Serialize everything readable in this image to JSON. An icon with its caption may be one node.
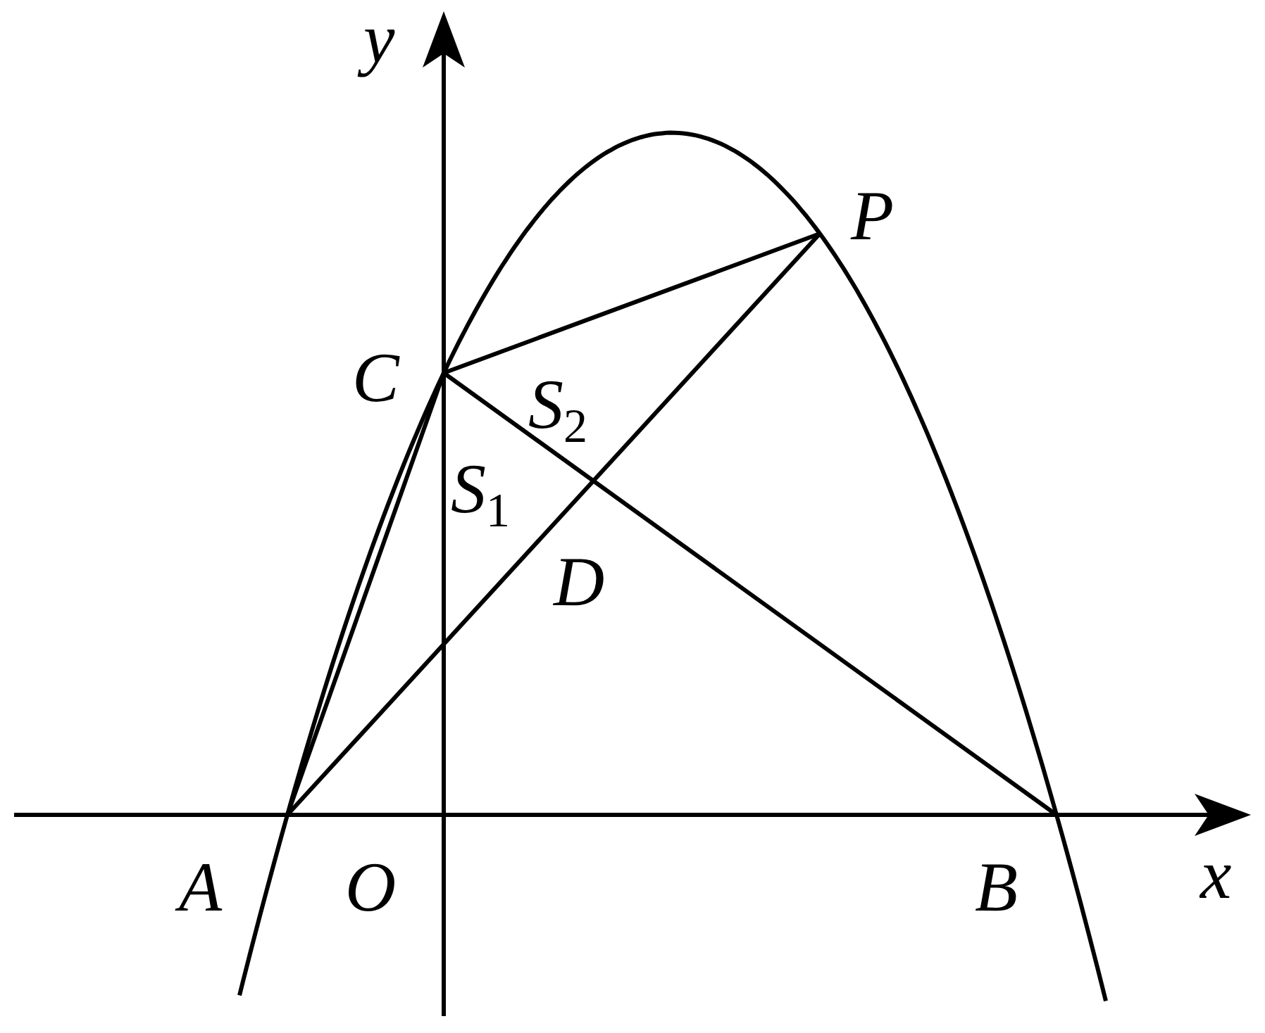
{
  "diagram": {
    "labels": [
      "y",
      "P",
      "C",
      "S$_{2}$",
      "S$_{1}$",
      "D",
      "A",
      "O",
      "B",
      "x"
    ]
  }
}
